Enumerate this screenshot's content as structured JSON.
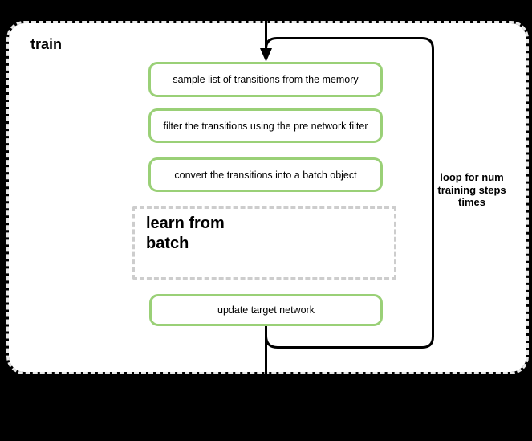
{
  "diagram": {
    "type": "activity-flowchart",
    "partition": {
      "title": "train"
    },
    "steps": [
      {
        "label": "sample list of transitions from the memory"
      },
      {
        "label": "filter the transitions using the pre network filter"
      },
      {
        "label": "convert the transitions into a batch object"
      },
      {
        "label": "update target network"
      }
    ],
    "group": {
      "label": "learn from\nbatch"
    },
    "loop": {
      "label": "loop for num\ntraining steps\ntimes"
    },
    "icons": {
      "arrowhead": "down-arrow"
    },
    "colors": {
      "page_background": "#000000",
      "frame_fill": "#ffffff",
      "frame_border": "#e9e9e9",
      "step_border": "#9ad077",
      "step_fill": "#ffffff",
      "group_border": "#cdcdcd",
      "flow_line": "#000000",
      "text": "#000000"
    }
  }
}
